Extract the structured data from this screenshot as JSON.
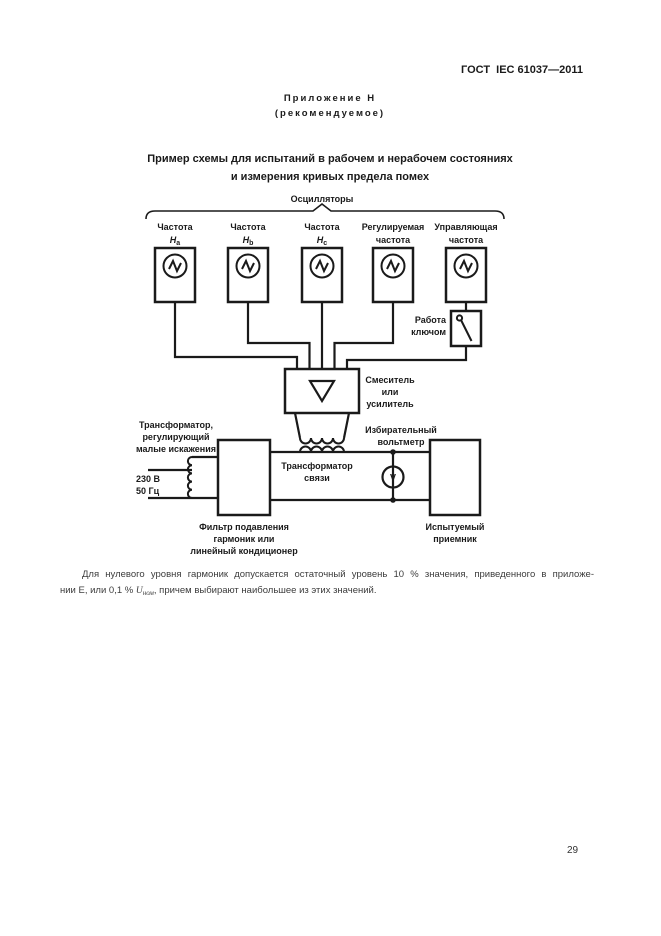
{
  "page": {
    "header_right": "ГОСТ  IEC 61037—2011",
    "annex_line1": "Приложение Н",
    "annex_line2": "(рекомендуемое)",
    "title_line1": "Пример схемы для испытаний в рабочем и нерабочем состояниях",
    "title_line2": "и измерения кривых предела помех",
    "page_number": "29"
  },
  "diagram": {
    "oscillators_brace_label": "Осцилляторы",
    "oscillators": [
      {
        "line1": "Частота",
        "sym": "H",
        "sub": "a"
      },
      {
        "line1": "Частота",
        "sym": "H",
        "sub": "b"
      },
      {
        "line1": "Частота",
        "sym": "H",
        "sub": "c"
      },
      {
        "line1": "Регулируемая",
        "line2": "частота"
      },
      {
        "line1": "Управляющая",
        "line2": "частота"
      }
    ],
    "key_switch": {
      "line1": "Работа",
      "line2": "ключом"
    },
    "mixer": {
      "line1": "Смеситель",
      "line2": "или",
      "line3": "усилитель"
    },
    "regulating_transformer": {
      "line1": "Трансформатор,",
      "line2": "регулирующий",
      "line3": "малые искажения"
    },
    "mains": {
      "line1": "230 В",
      "line2": "50 Гц"
    },
    "coupling_transformer": {
      "line1": "Трансформатор",
      "line2": "связи"
    },
    "voltmeter": {
      "line1": "Избирательный",
      "line2": "вольтметр",
      "symbol": "V"
    },
    "filter": {
      "line1": "Фильтр подавления",
      "line2": "гармоник или",
      "line3": "линейный кондиционер"
    },
    "receiver": {
      "line1": "Испытуемый",
      "line2": "приемник"
    }
  },
  "footnote": {
    "line1": "Для нулевого уровня гармоник допускается остаточный уровень 10 % значения, приведенного в приложе-",
    "line2_part1": "нии Е, или 0,1 % ",
    "u_sym": "U",
    "u_sub": "ном",
    "line2_part2": ", причем выбирают наибольшее из этих значений."
  }
}
